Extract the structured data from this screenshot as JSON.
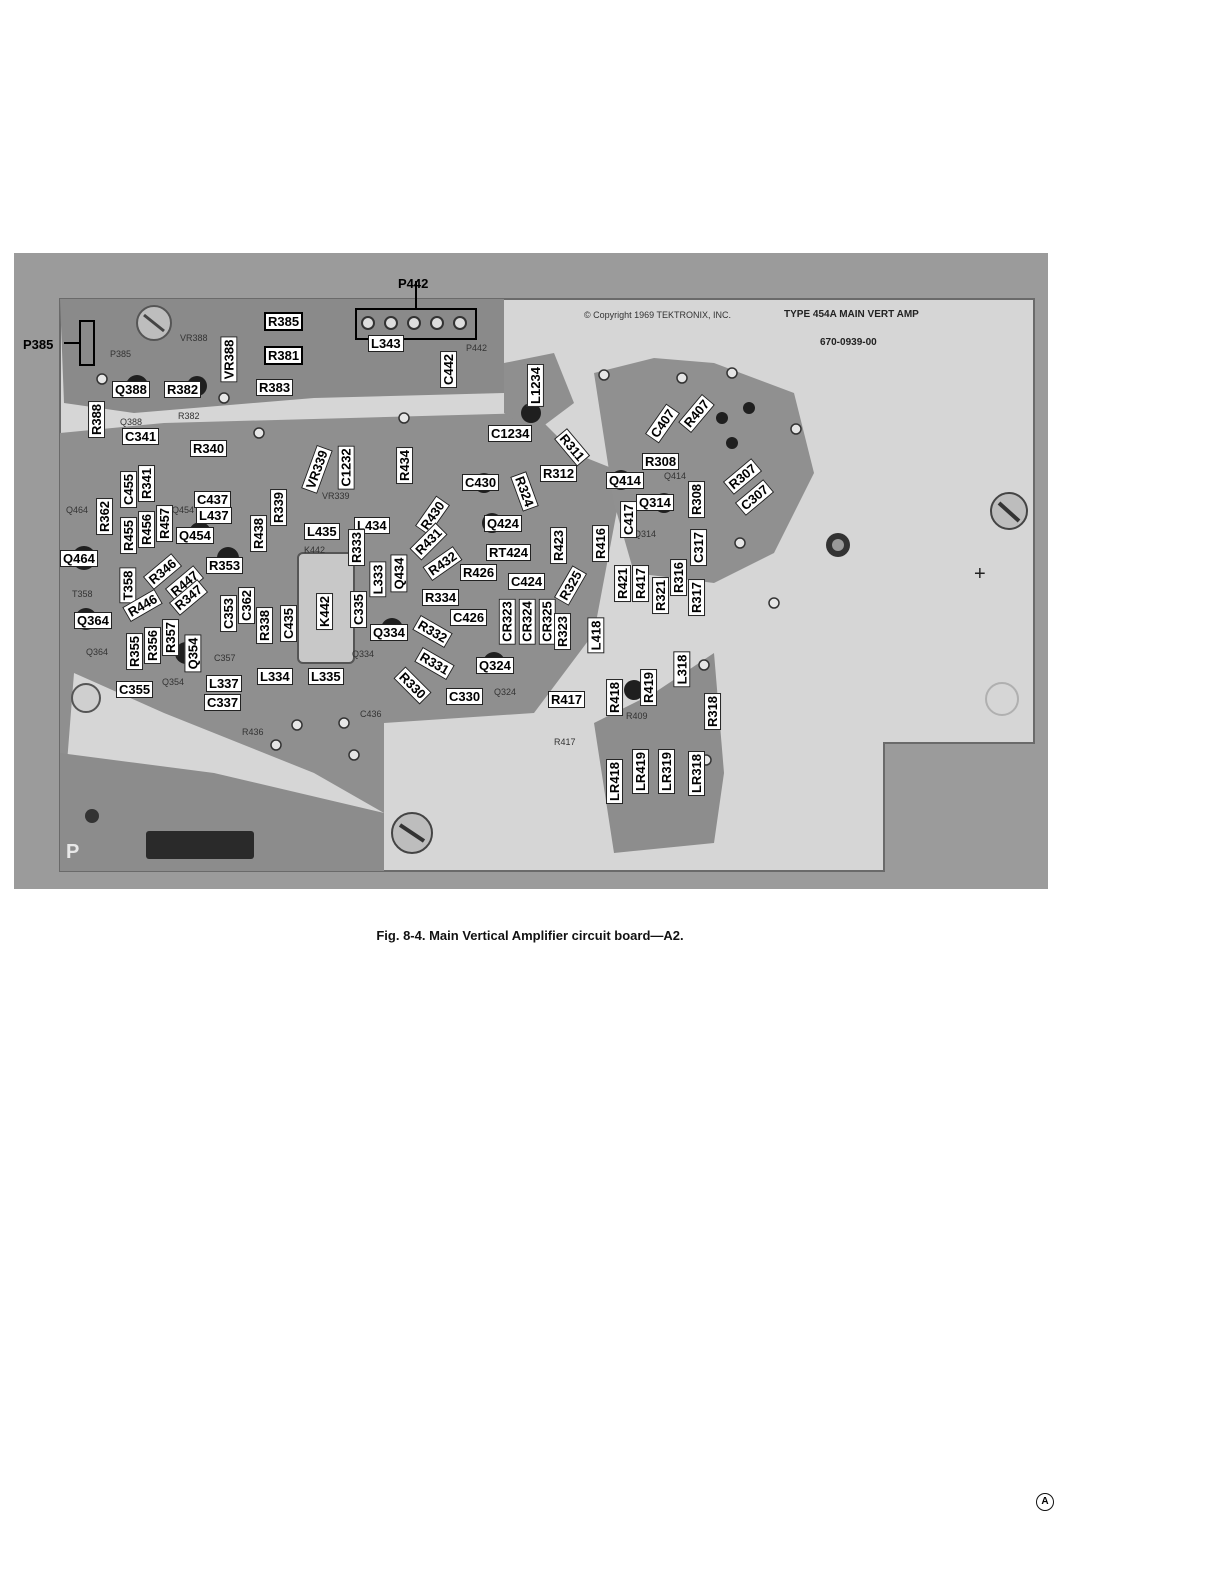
{
  "figure": {
    "caption": "Fig. 8-4. Main Vertical Amplifier circuit board—A2.",
    "revision_mark": "A"
  },
  "board": {
    "copyright": "© Copyright 1969 TEKTRONIX, INC.",
    "type_label": "TYPE 454A MAIN VERT AMP",
    "part_number": "670-0939-00",
    "corner_mark": "P",
    "plus_mark": "+"
  },
  "outside_labels": {
    "p442": "P442",
    "p385": "P385"
  },
  "component_labels": [
    "R385",
    "R381",
    "L343",
    "C442",
    "VR388",
    "Q388",
    "R382",
    "R383",
    "R388",
    "C341",
    "R340",
    "VR339",
    "C1232",
    "R434",
    "L1234",
    "C1234",
    "R311",
    "R312",
    "Q414",
    "R308",
    "C407",
    "R407",
    "R307",
    "C307",
    "C430",
    "R324",
    "C437",
    "L437",
    "R362",
    "C455",
    "R341",
    "R455",
    "R456",
    "R457",
    "Q454",
    "R438",
    "R339",
    "L435",
    "L434",
    "R430",
    "Q424",
    "R431",
    "RT424",
    "R423",
    "R416",
    "C417",
    "Q314",
    "R308",
    "C317",
    "Q464",
    "T358",
    "R346",
    "R447",
    "R353",
    "R333",
    "Q434",
    "R432",
    "R426",
    "C424",
    "R325",
    "R421",
    "R417",
    "R321",
    "R316",
    "R317",
    "Q364",
    "R446",
    "R347",
    "C353",
    "C362",
    "R338",
    "C435",
    "K442",
    "C335",
    "L333",
    "R334",
    "C426",
    "CR323",
    "CR324",
    "CR325",
    "R323",
    "L418",
    "R355",
    "R356",
    "R357",
    "Q354",
    "Q334",
    "R332",
    "R331",
    "Q324",
    "R330",
    "C330",
    "R417",
    "R418",
    "R419",
    "L318",
    "R318",
    "C355",
    "L337",
    "L334",
    "L335",
    "C337",
    "LR418",
    "LR419",
    "LR319",
    "LR318"
  ],
  "silkscreen": [
    "VR388",
    "P385",
    "Q388",
    "R382",
    "Q464",
    "Q454",
    "K442",
    "T358",
    "Q364",
    "C357",
    "Q354",
    "R436",
    "C436",
    "Q334",
    "Q324",
    "R417",
    "P442",
    "VR339",
    "Q414",
    "Q314",
    "R409"
  ]
}
